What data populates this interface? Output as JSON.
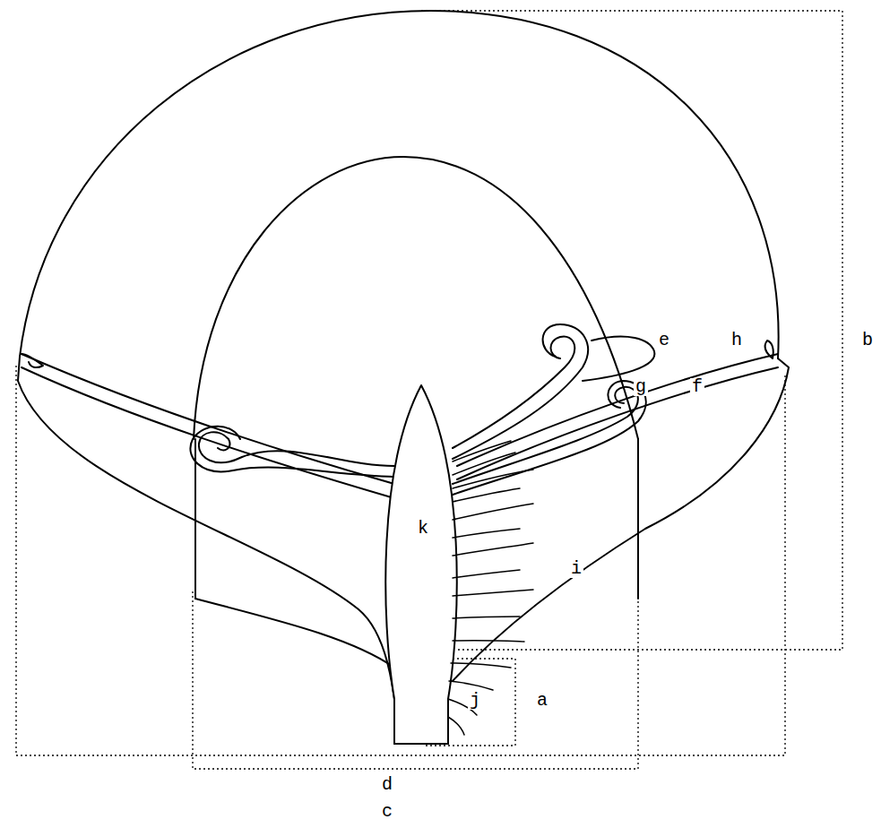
{
  "diagram": {
    "labels": [
      "e",
      "h",
      "b",
      "g",
      "f",
      "k",
      "i",
      "j",
      "a",
      "d",
      "c"
    ]
  }
}
